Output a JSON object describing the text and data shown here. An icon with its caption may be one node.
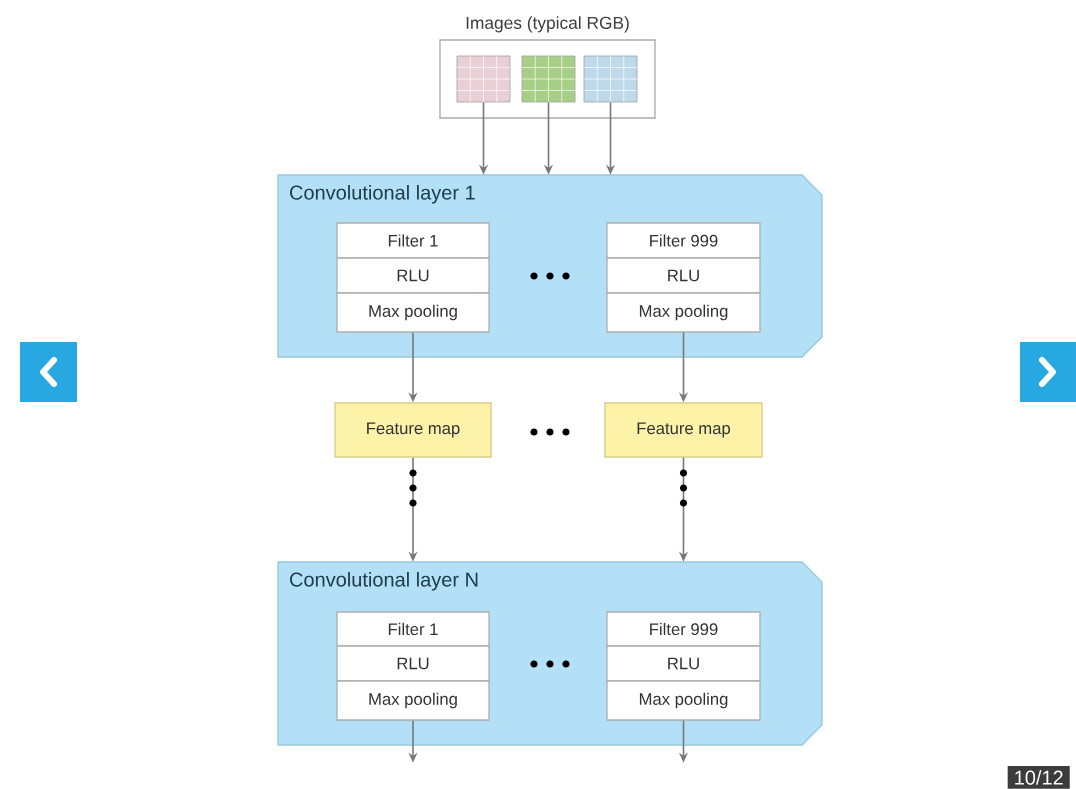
{
  "diagram": {
    "nodes": [
      {
        "text": [
          "Images (typical RGB)"
        ]
      },
      {
        "text": [],
        "shape": "picture",
        "in": 0
      },
      {
        "text": [],
        "shape": "picture",
        "in": 0
      },
      {
        "text": [],
        "shape": "picture",
        "in": 0
      },
      {
        "text": [
          "Convolutional layer 1"
        ]
      },
      {
        "text": [
          "Filter 1"
        ],
        "in": 4
      },
      {
        "text": [
          "RLU"
        ],
        "in": 4
      },
      {
        "text": [
          "Max pooling"
        ],
        "in": 4
      },
      {
        "text": [
          "Filter 999"
        ],
        "in": 4
      },
      {
        "text": [
          "RLU"
        ],
        "in": 4
      },
      {
        "text": [
          "Max pooling"
        ],
        "in": 4
      },
      {
        "text": [
          "Feature map"
        ]
      },
      {
        "text": [
          "Feature map"
        ]
      },
      {
        "text": [
          "Convolutional layer N"
        ]
      },
      {
        "text": [
          "Filter 1"
        ],
        "in": 13
      },
      {
        "text": [
          "RLU"
        ],
        "in": 13
      },
      {
        "text": [
          "Max pooling"
        ],
        "in": 13
      },
      {
        "text": [
          "Filter 999"
        ],
        "in": 13
      },
      {
        "text": [
          "RLU"
        ],
        "in": 13
      },
      {
        "text": [
          "Max pooling"
        ],
        "in": 13
      }
    ],
    "edges": [
      {
        "from": 1,
        "to": 4,
        "arrow": "to"
      },
      {
        "from": 2,
        "to": 4,
        "arrow": "to"
      },
      {
        "from": 3,
        "to": 4,
        "arrow": "to"
      },
      {
        "from": 7,
        "to": 11,
        "arrow": "to"
      },
      {
        "from": 10,
        "to": 12,
        "arrow": "to"
      },
      {
        "from": 11,
        "to": 13,
        "arrow": "to"
      },
      {
        "from": 12,
        "to": 13,
        "arrow": "to"
      },
      {
        "from": 16,
        "to": null,
        "arrow": "to"
      },
      {
        "from": 19,
        "to": null,
        "arrow": "to"
      }
    ],
    "labels": [
      "10/12"
    ]
  }
}
